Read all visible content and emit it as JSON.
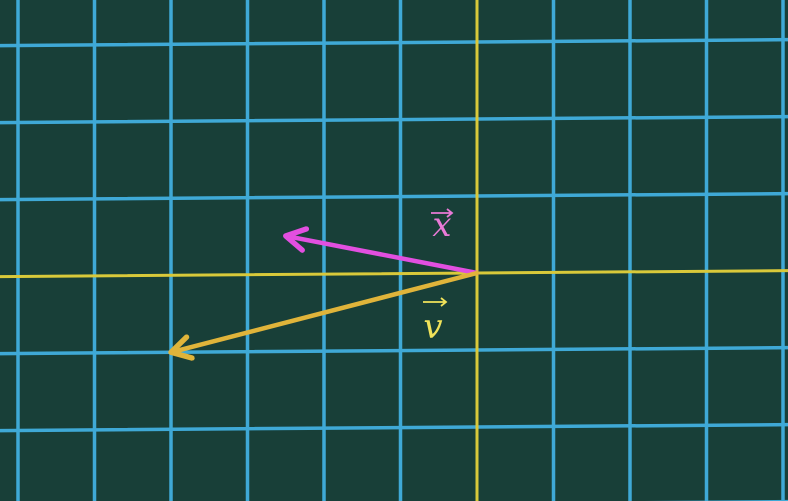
{
  "colors": {
    "background": "#183f38",
    "grid": "#3fa9d6",
    "axes": "#d9c93a",
    "vector_x": "#e24fe0",
    "vector_v": "#e0b43a",
    "label_x": "#e87ad6",
    "label_v": "#f0e25a"
  },
  "grid": {
    "x_range": [
      -6,
      4
    ],
    "y_range": [
      -2,
      3
    ],
    "spacing": 1
  },
  "vectors": [
    {
      "name": "x",
      "label": "x",
      "tail": [
        0,
        0
      ],
      "head": [
        -2.5,
        0.5
      ]
    },
    {
      "name": "v",
      "label": "v",
      "tail": [
        0,
        0
      ],
      "head": [
        -4,
        -1
      ]
    }
  ]
}
